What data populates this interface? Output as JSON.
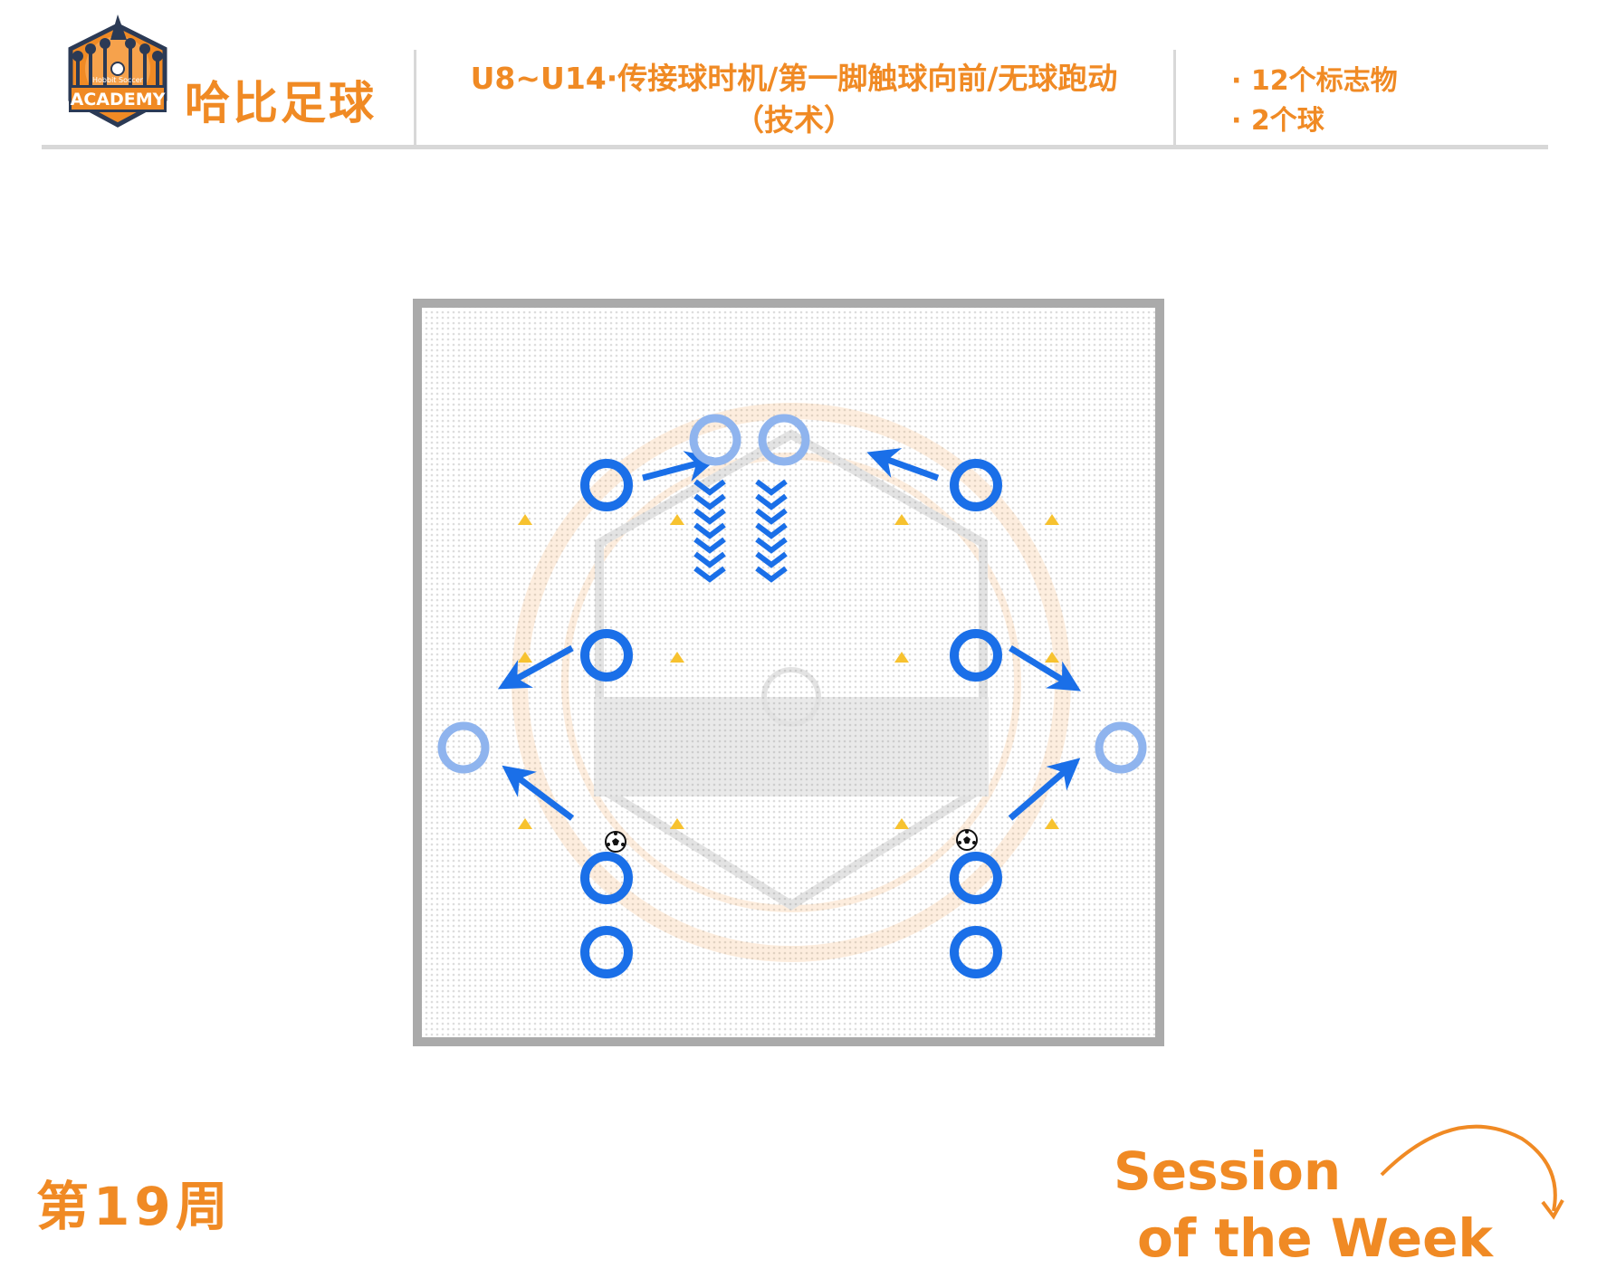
{
  "header": {
    "logo_text": "ACADEMY",
    "logo_small_text": "Hobbit Soccer",
    "brand": "哈比足球",
    "title_line1": "U8~U14·传接球时机/第一脚触球向前/无球跑动",
    "title_line2": "（技术）",
    "equipment": [
      "· 12个标志物",
      "· 2个球"
    ]
  },
  "footer": {
    "week": "第19周",
    "sotw_line1": "Session",
    "sotw_line2": "of the Week"
  },
  "colors": {
    "brand_orange": "#f08a24",
    "player_blue": "#1a6fe8",
    "ghost_blue": "#8fb4ee",
    "cone_yellow": "#f7c22f",
    "field_border": "#aaaaaa"
  },
  "diagram": {
    "players": 8,
    "target_positions": 4,
    "balls": 2,
    "cones": 12
  }
}
